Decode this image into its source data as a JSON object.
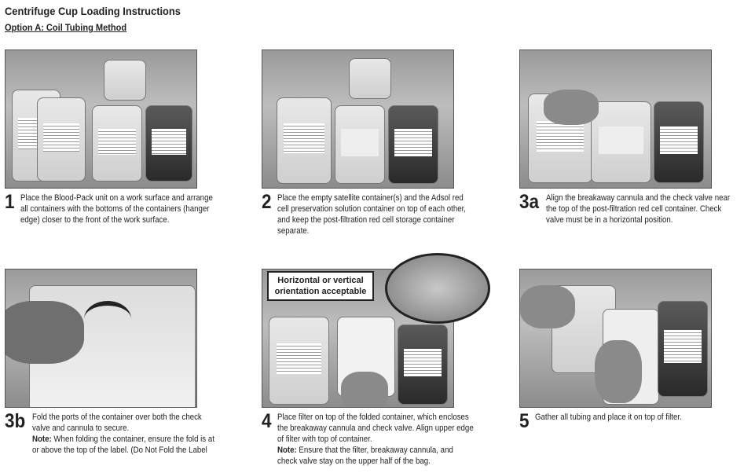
{
  "header": {
    "title": "Centrifuge Cup Loading Instructions",
    "subtitle": "Option A: Coil Tubing Method"
  },
  "steps": [
    {
      "number": "1",
      "lines": [
        "Place the Blood-Pack unit on a work surface and arrange",
        "all containers with the bottoms of the containers (hanger",
        "edge) closer to the front of the work surface."
      ]
    },
    {
      "number": "2",
      "lines": [
        "Place the empty satellite container(s) and the Adsol red",
        "cell preservation solution container on top of each other,",
        "and keep the post-filtration red cell storage container",
        "separate."
      ]
    },
    {
      "number": "3a",
      "lines": [
        "Align the breakaway cannula and the check valve near",
        "the top of the post-filtration red cell container. Check",
        "valve must be in a horizontal position."
      ]
    },
    {
      "number": "3b",
      "lines": [
        "Fold the ports of the container over both the check",
        "valve and cannula to secure."
      ],
      "note_label": "Note:",
      "note_lines": [
        " When folding the container, ensure the fold is at",
        "or above the top of the label. (Do Not Fold the Label"
      ]
    },
    {
      "number": "4",
      "lines": [
        "Place filter on top of the folded container, which encloses",
        "the breakaway cannula and check valve. Align upper edge",
        "of filter with top of container."
      ],
      "note_label": "Note:",
      "note_lines": [
        " Ensure that the filter, breakaway cannula, and",
        "check valve stay on the upper half of the bag."
      ]
    },
    {
      "number": "5",
      "lines": [
        "Gather all tubing and place it on top of filter."
      ]
    }
  ],
  "callout": {
    "line1": "Horizontal or vertical",
    "line2": "orientation acceptable"
  }
}
